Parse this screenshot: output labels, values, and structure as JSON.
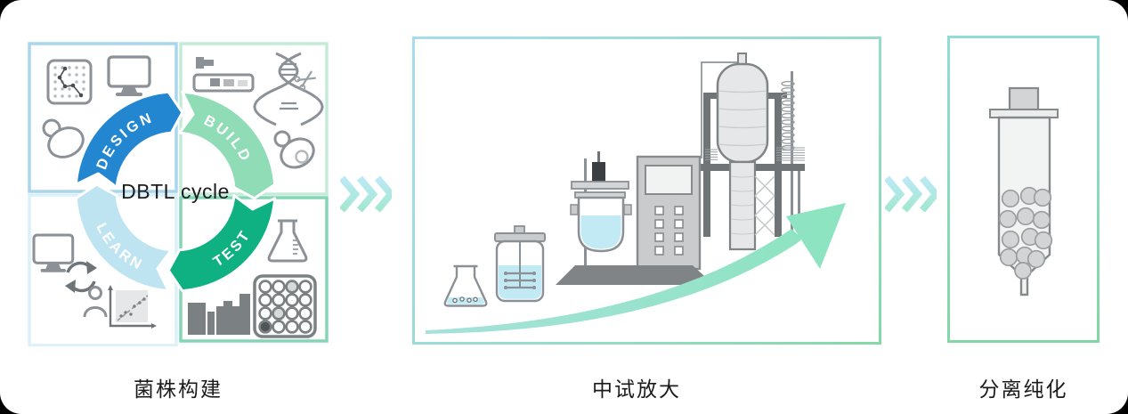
{
  "stages": [
    {
      "id": "strain-construction",
      "label": "菌株构建"
    },
    {
      "id": "pilot-scale-up",
      "label": "中试放大"
    },
    {
      "id": "separation-purification",
      "label": "分离纯化"
    }
  ],
  "dbtl": {
    "center_label": "DBTL cycle",
    "segments": [
      {
        "label": "DESIGN",
        "color": "#2386d1"
      },
      {
        "label": "BUILD",
        "color": "#8fdcb6"
      },
      {
        "label": "TEST",
        "color": "#0fb183"
      },
      {
        "label": "LEARN",
        "color": "#bee4f2"
      }
    ],
    "quadrants": [
      {
        "name": "design",
        "border_color": "#a9d6ec",
        "icons": [
          "doe-grid-icon",
          "computer-monitor-icon",
          "yeast-cell-icon"
        ]
      },
      {
        "name": "build",
        "border_color": "#c4ead8",
        "icons": [
          "liquid-handler-icon",
          "dna-scissors-icon",
          "budding-yeast-icon"
        ]
      },
      {
        "name": "learn",
        "border_color": "#dbf0f8",
        "icons": [
          "computer-monitor-icon",
          "sync-arrows-icon",
          "person-icon",
          "scatter-plot-icon"
        ]
      },
      {
        "name": "test",
        "border_color": "#84d5b5",
        "icons": [
          "analyzer-instrument-icon",
          "flask-icon",
          "well-plate-icon"
        ]
      }
    ]
  },
  "pilot": {
    "icons": [
      "shake-flask-icon",
      "stirred-jar-icon",
      "benchtop-bioreactor-icon",
      "industrial-fermenter-icon",
      "scale-up-arrow-icon"
    ],
    "liquid_color": "#c2eaf5",
    "arrow_gradient": [
      "#a6e1da",
      "#8be4bf"
    ]
  },
  "purification": {
    "icons": [
      "chromatography-column-icon"
    ]
  },
  "flow_arrows": {
    "style": "triple-chevron",
    "gradient": [
      "#bce9f6",
      "#a2e7d0"
    ]
  }
}
